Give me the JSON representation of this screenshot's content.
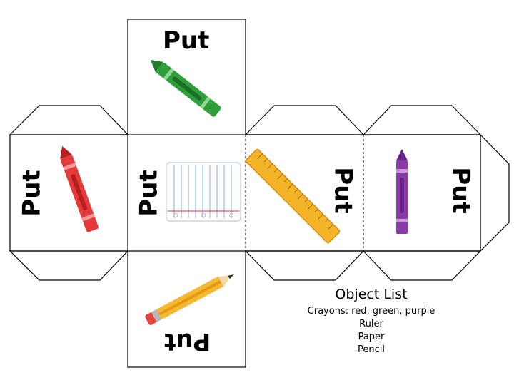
{
  "faces": {
    "top_label": "Put",
    "left_label": "Put",
    "center_label": "Put",
    "right1_label": "Put",
    "right2_label": "Put",
    "bottom_label": "Put"
  },
  "icons": {
    "top": "green-crayon-icon",
    "left": "red-crayon-icon",
    "center": "paper-icon",
    "right1": "ruler-icon",
    "right2": "purple-crayon-icon",
    "bottom": "pencil-icon"
  },
  "colors": {
    "red": "#e43a3a",
    "green": "#2f9e3a",
    "purple": "#8a3aa8",
    "ruler": "#f4b42a",
    "pencil": "#f7b731"
  },
  "object_list": {
    "title": "Object List",
    "items": [
      "Crayons: red, green, purple",
      "Ruler",
      "Paper",
      "Pencil"
    ]
  }
}
